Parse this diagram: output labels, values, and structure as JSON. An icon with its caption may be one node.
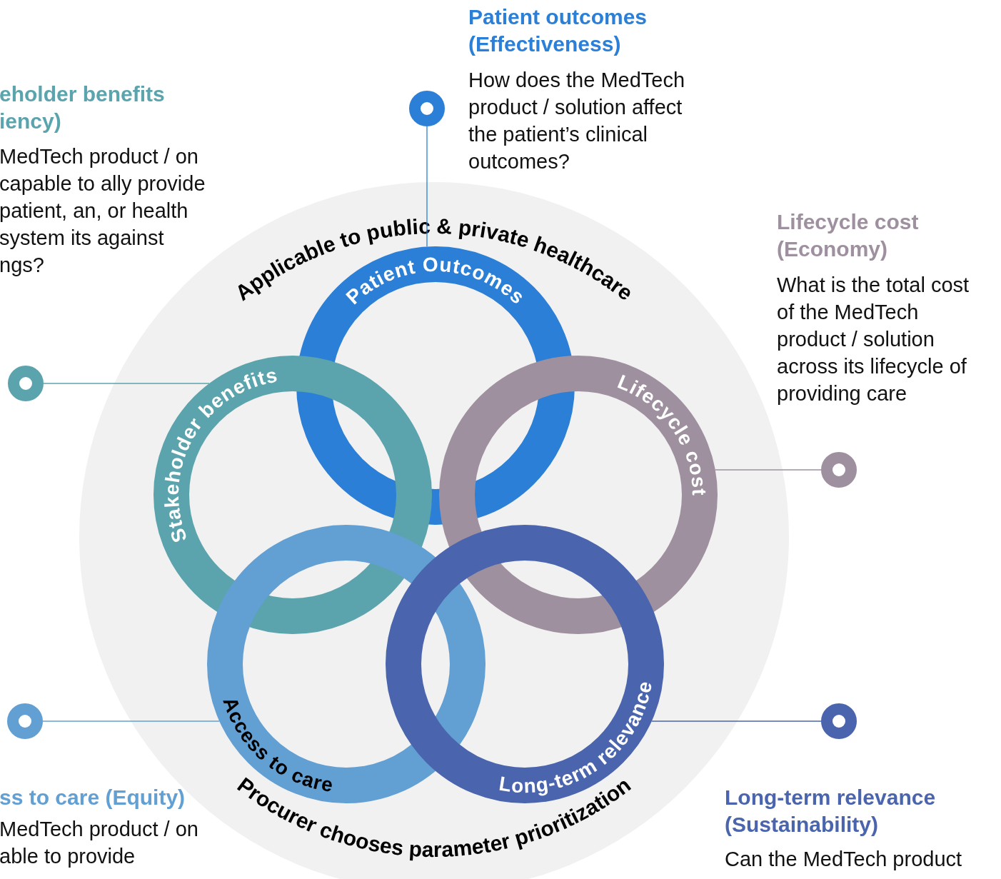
{
  "diagram": {
    "nodes": [
      {
        "text": [
          "Applicable to public & private healthcare",
          "Procurer chooses parameter prioritization"
        ]
      },
      {
        "text": [
          "Patient Outcomes"
        ],
        "in": 0
      },
      {
        "text": [
          "Stakeholder benefits"
        ],
        "in": 0
      },
      {
        "text": [
          "Lifecycle cost"
        ],
        "in": 0
      },
      {
        "text": [
          "Access to care"
        ],
        "in": 0
      },
      {
        "text": [
          "Long-term relevance"
        ],
        "in": 0
      },
      {
        "text": [],
        "shape": "circle",
        "beside": [
          "Patient outcomes (Effectiveness)",
          "How does the MedTech product / solution affect the patient’s clinical outcomes?"
        ]
      },
      {
        "text": [],
        "shape": "circle",
        "beside": [
          "eholder benefits iency)",
          "MedTech product / on capable to ally provide patient, an, or health system its against ngs?"
        ]
      },
      {
        "text": [],
        "shape": "circle",
        "beside": [
          "Lifecycle cost (Economy)",
          "What is the total cost of the MedTech product / solution across its lifecycle of providing care"
        ]
      },
      {
        "text": [],
        "shape": "circle",
        "beside": [
          "ss to care (Equity)",
          "MedTech product / on able to provide"
        ]
      },
      {
        "text": [],
        "shape": "circle",
        "beside": [
          "Long-term relevance (Sustainability)",
          "Can the MedTech product"
        ]
      }
    ],
    "edges": [
      {
        "from": 6,
        "to": 1,
        "arrow": "none",
        "color": "#2b7fd6"
      },
      {
        "from": 7,
        "to": 2,
        "arrow": "none",
        "color": "#5ba4ad"
      },
      {
        "from": 8,
        "to": 3,
        "arrow": "none",
        "color": "#9e909f"
      },
      {
        "from": 9,
        "to": 4,
        "arrow": "none",
        "color": "#629fd3"
      },
      {
        "from": 10,
        "to": 5,
        "arrow": "none",
        "color": "#4a65ad"
      }
    ]
  }
}
